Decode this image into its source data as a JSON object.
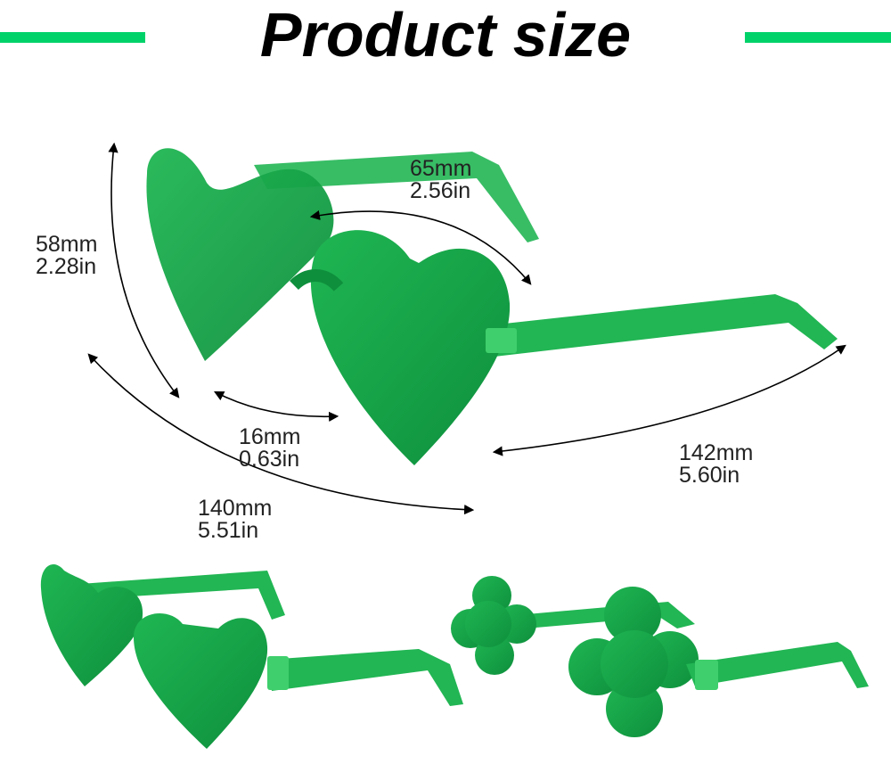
{
  "title": "Product size",
  "colors": {
    "accent_bar": "#00d26a",
    "lens_green": "#14a84a",
    "lens_dark": "#0b7a32",
    "frame_light": "#3fcf6c",
    "text": "#222222"
  },
  "measurements": {
    "lens_width": {
      "mm": "65mm",
      "in": "2.56in"
    },
    "lens_height": {
      "mm": "58mm",
      "in": "2.28in"
    },
    "bridge": {
      "mm": "16mm",
      "in": "0.63in"
    },
    "frame_width": {
      "mm": "140mm",
      "in": "5.51in"
    },
    "temple": {
      "mm": "142mm",
      "in": "5.60in"
    }
  },
  "products": [
    {
      "name": "heart-glasses",
      "shape": "heart"
    },
    {
      "name": "shamrock-glasses",
      "shape": "shamrock"
    }
  ]
}
